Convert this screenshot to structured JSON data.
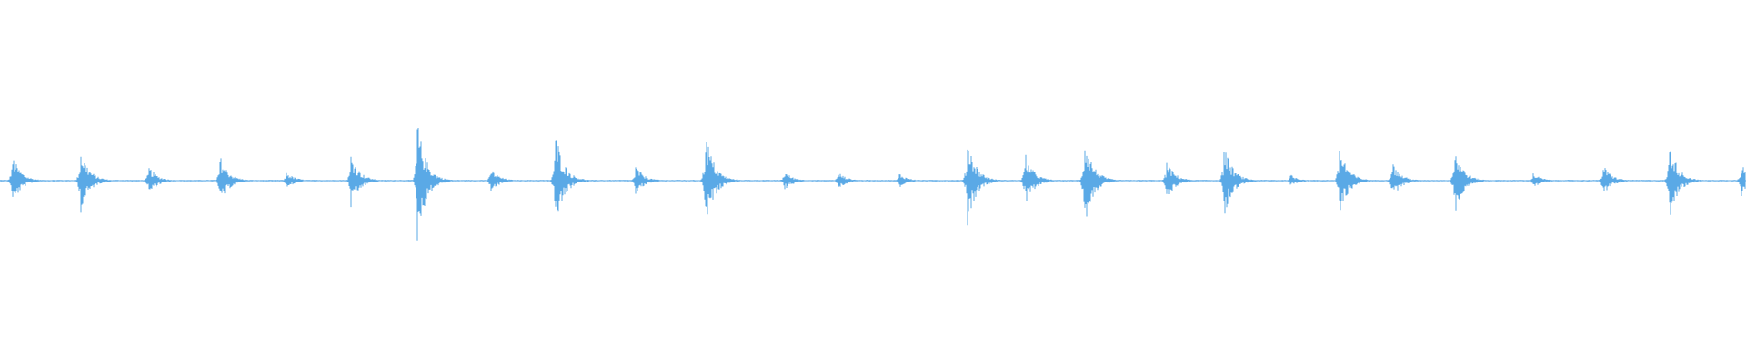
{
  "waveform": {
    "color": "#5aa9e6",
    "transients": [
      {
        "t": 0.007,
        "amp": 0.42
      },
      {
        "t": 0.046,
        "amp": 0.54
      },
      {
        "t": 0.085,
        "amp": 0.24
      },
      {
        "t": 0.126,
        "amp": 0.4
      },
      {
        "t": 0.164,
        "amp": 0.14
      },
      {
        "t": 0.201,
        "amp": 0.44
      },
      {
        "t": 0.239,
        "amp": 0.98
      },
      {
        "t": 0.281,
        "amp": 0.2
      },
      {
        "t": 0.318,
        "amp": 0.82
      },
      {
        "t": 0.364,
        "amp": 0.24
      },
      {
        "t": 0.404,
        "amp": 0.8
      },
      {
        "t": 0.449,
        "amp": 0.16
      },
      {
        "t": 0.48,
        "amp": 0.14
      },
      {
        "t": 0.515,
        "amp": 0.12
      },
      {
        "t": 0.554,
        "amp": 0.72
      },
      {
        "t": 0.587,
        "amp": 0.44
      },
      {
        "t": 0.621,
        "amp": 0.74
      },
      {
        "t": 0.668,
        "amp": 0.32
      },
      {
        "t": 0.701,
        "amp": 0.6
      },
      {
        "t": 0.739,
        "amp": 0.1
      },
      {
        "t": 0.767,
        "amp": 0.6
      },
      {
        "t": 0.797,
        "amp": 0.32
      },
      {
        "t": 0.833,
        "amp": 0.56
      },
      {
        "t": 0.878,
        "amp": 0.12
      },
      {
        "t": 0.918,
        "amp": 0.26
      },
      {
        "t": 0.956,
        "amp": 0.64
      },
      {
        "t": 0.997,
        "amp": 0.3
      }
    ]
  }
}
